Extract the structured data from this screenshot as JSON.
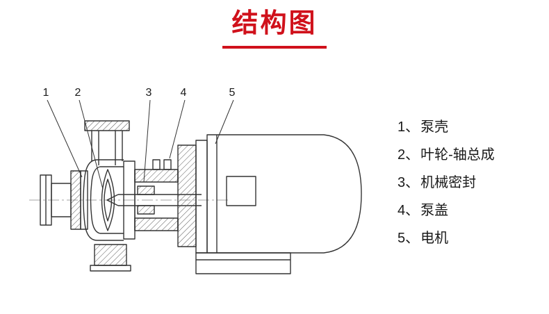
{
  "title": "结构图",
  "colors": {
    "accent": "#d0111b",
    "line": "#333333",
    "text": "#1a1a1a"
  },
  "diagram": {
    "callouts": [
      "1",
      "2",
      "3",
      "4",
      "5"
    ]
  },
  "legend": {
    "items": [
      {
        "num": "1、",
        "label": "泵壳"
      },
      {
        "num": "2、",
        "label": "叶轮-轴总成"
      },
      {
        "num": "3、",
        "label": "机械密封"
      },
      {
        "num": "4、",
        "label": "泵盖"
      },
      {
        "num": "5、",
        "label": "电机"
      }
    ]
  }
}
